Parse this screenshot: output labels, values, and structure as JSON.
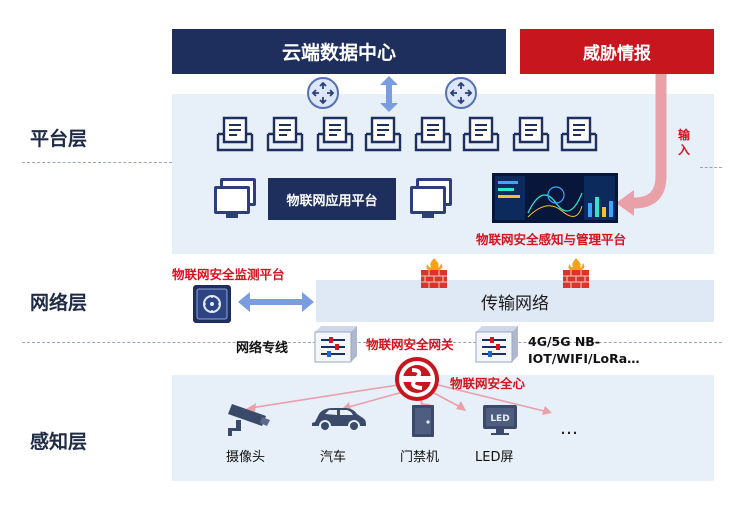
{
  "layers": {
    "platform": "平台层",
    "network": "网络层",
    "perception": "感知层"
  },
  "top": {
    "cloud_center": "云端数据中心",
    "threat_intel": "威胁情报",
    "input": "输入"
  },
  "platform": {
    "app_platform": "物联网应用平台",
    "security_platform": "物联网安全感知与管理平台"
  },
  "network": {
    "monitor_platform": "物联网安全监测平台",
    "transport": "传输网络",
    "private_line": "网络专线",
    "gateway": "物联网安全网关",
    "wireless": "4G/5G NB-IOT/WIFI/LoRa…"
  },
  "perception": {
    "security_center": "物联网安全心",
    "devices": [
      {
        "label": "摄像头",
        "icon": "camera-icon"
      },
      {
        "label": "汽车",
        "icon": "car-icon"
      },
      {
        "label": "门禁机",
        "icon": "door-icon"
      },
      {
        "label": "LED屏",
        "icon": "led-icon",
        "icon_text": "LED"
      }
    ],
    "ellipsis": "…"
  },
  "colors": {
    "navy": "#1e2f5e",
    "red": "#c7161e",
    "band": "#e7eff8",
    "arrow": "#6b8fd6"
  }
}
